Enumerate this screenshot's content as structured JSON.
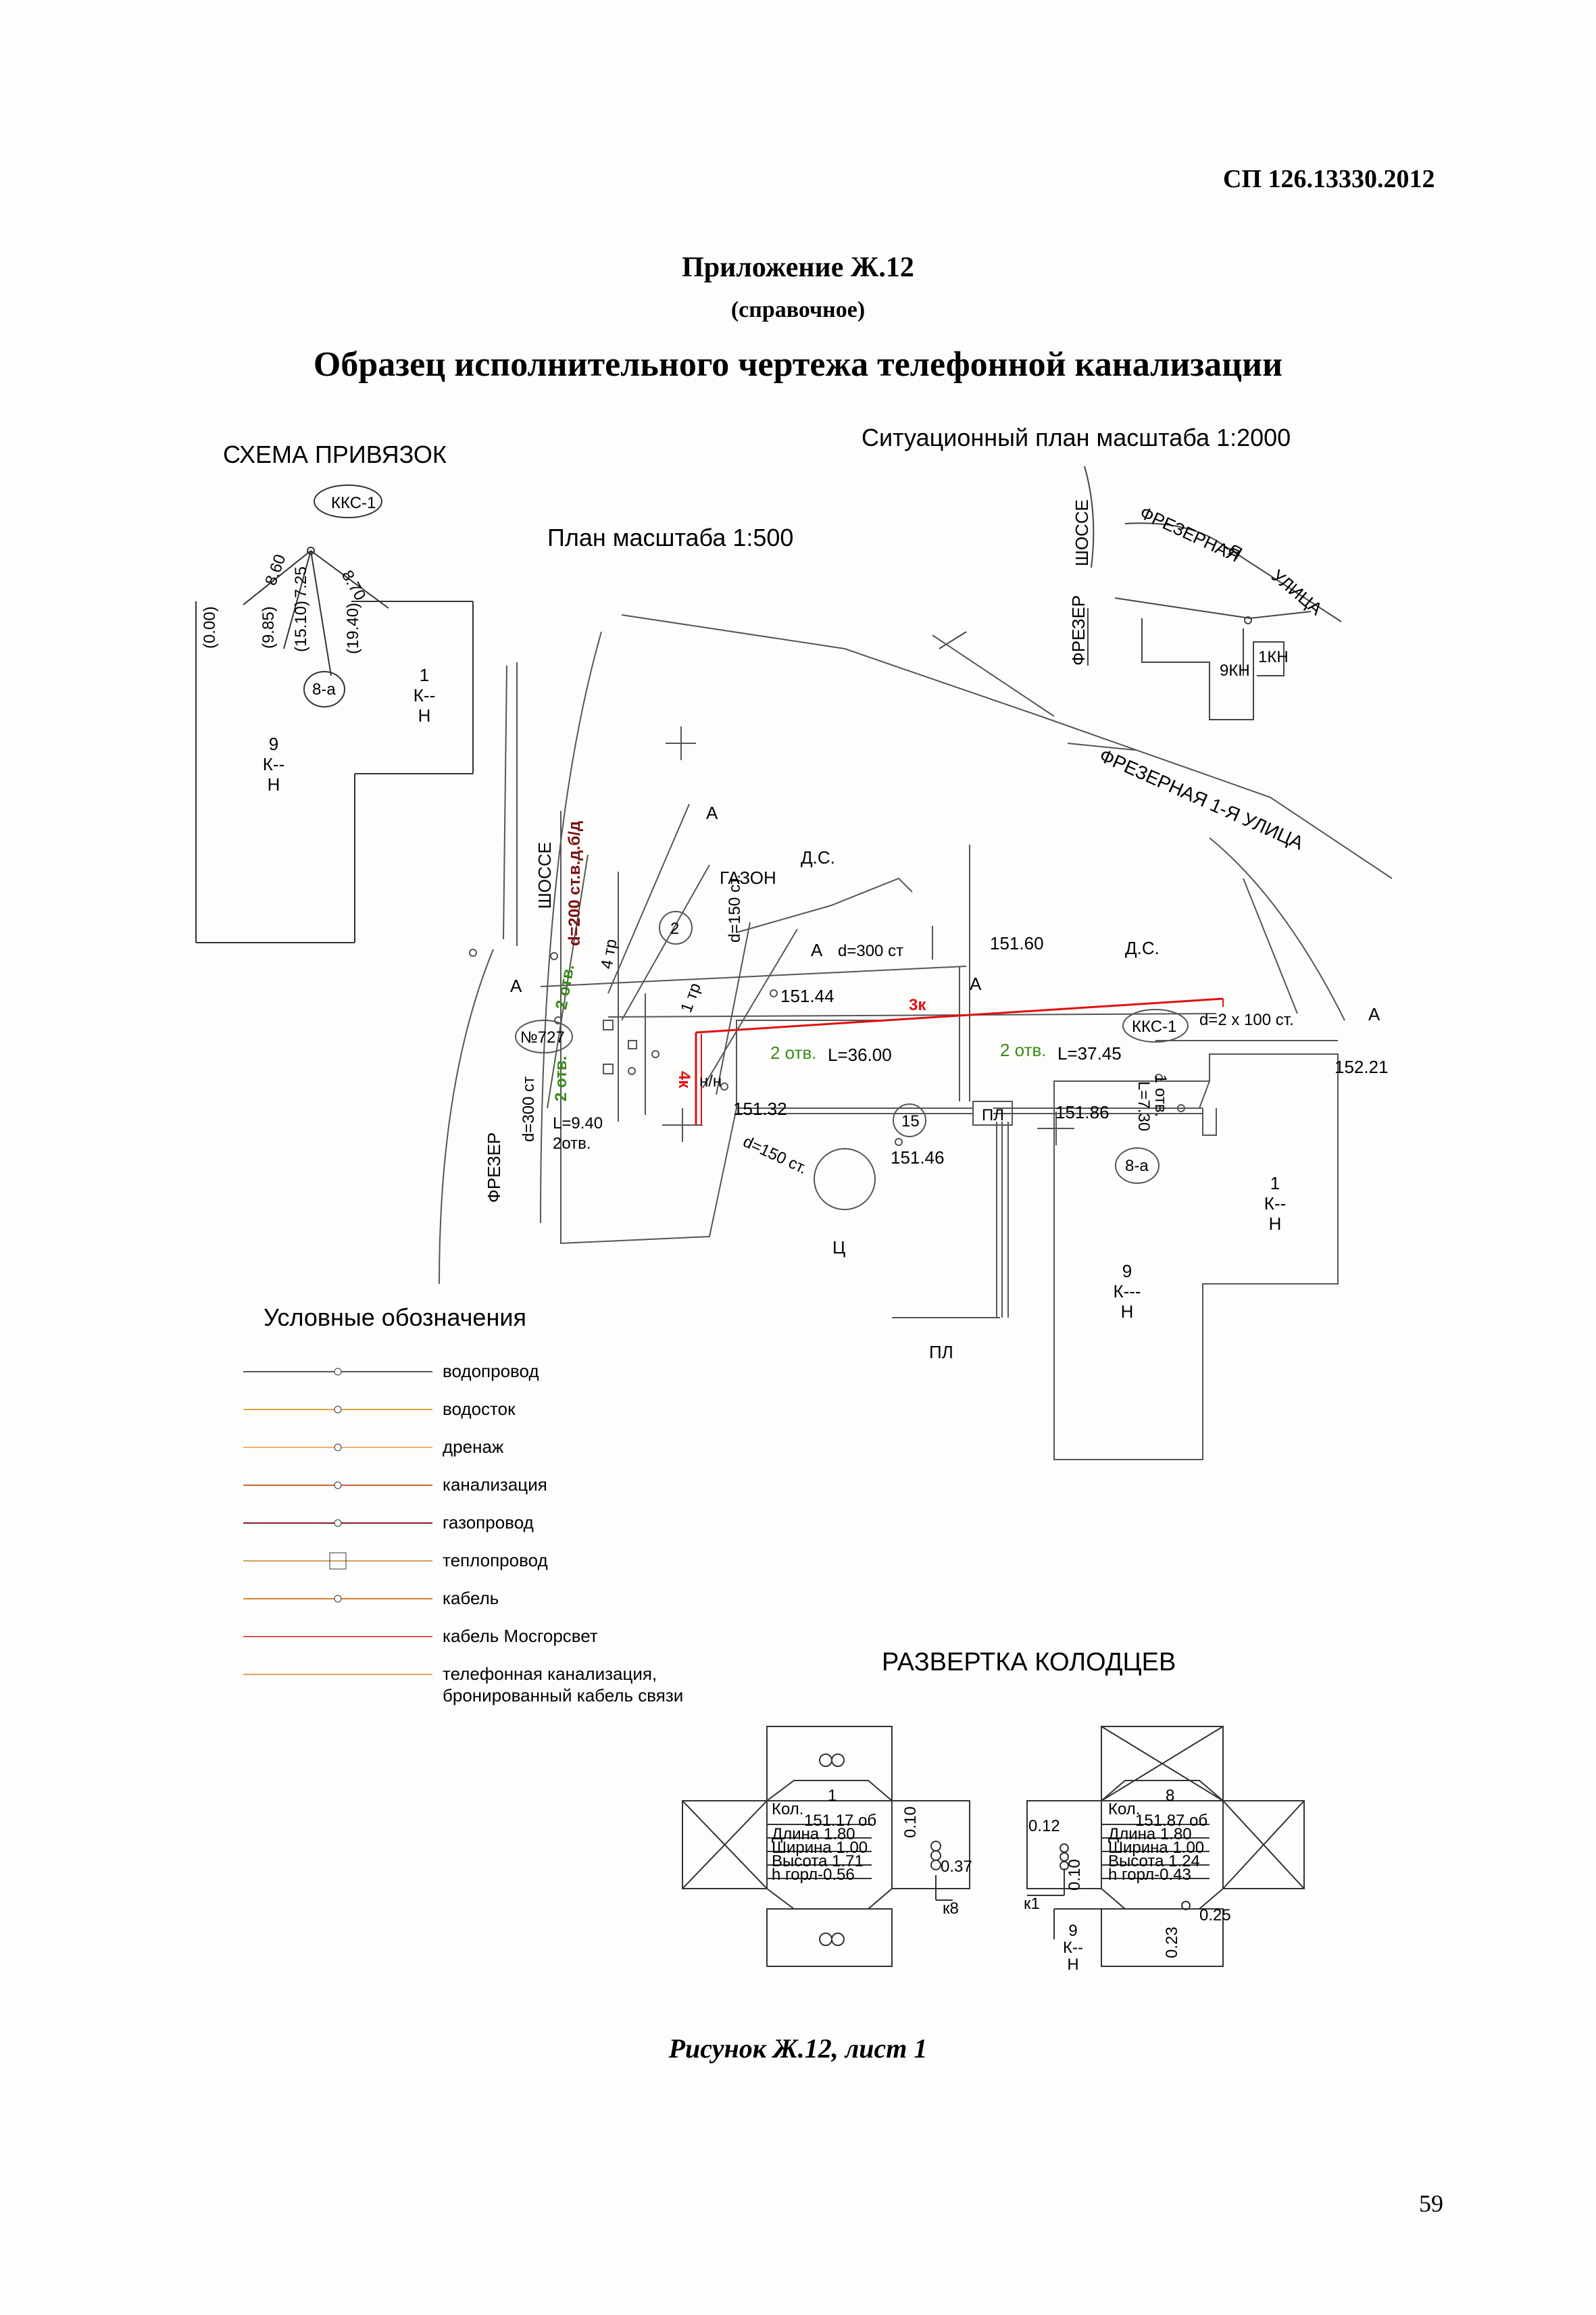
{
  "header": {
    "standard_code": "СП 126.13330.2012",
    "appendix": "Приложение Ж.12",
    "reference": "(справочное)",
    "title": "Образец исполнительного чертежа телефонной канализации"
  },
  "diagram": {
    "schema_title": "СХЕМА  ПРИВЯЗОК",
    "situation_plan_title": "Ситуационный план масштаба 1:2000",
    "plan_title": "План масштаба 1:500",
    "schema": {
      "kks": "ККС-1",
      "dims": [
        "(0.00)",
        "(9.85)",
        "(15.10)",
        "7.25",
        "8.60",
        "(19.40)",
        "8.70"
      ],
      "well": "8-а",
      "building1": [
        "1",
        "К--",
        "Н"
      ],
      "building9": [
        "9",
        "К--",
        "Н"
      ]
    },
    "situation": {
      "shosse": "ШОССЕ",
      "frezer": "ФРЕЗЕР",
      "frezernaya_top": "ФРЕЗЕРНАЯ",
      "ya": "-Я",
      "ulitsa_top": "УЛИЦА",
      "b1": "1КН",
      "b9": "9КН"
    },
    "plan": {
      "street_main": "ФРЕЗЕРНАЯ 1-Я  УЛИЦА",
      "shosse": "ШОССЕ",
      "frezer": "ФРЕЗЕР",
      "gazon": "ГАЗОН",
      "ds1": "Д.С.",
      "ds2": "Д.С.",
      "a_marks": [
        "А",
        "А",
        "А",
        "А",
        "А"
      ],
      "d200": "d=200 ст.в.д.б/д",
      "d150_v": "d=150 ст.",
      "d300_top": "d=300 ст",
      "d300_left": "d=300 ст",
      "d150_diag": "d=150 ст.",
      "d2x100": "d=2 х 100 ст.",
      "tr4": "4 тр",
      "tr1": "1 тр",
      "well2": "2",
      "well15": "15",
      "well727": "№727",
      "kks1": "ККС-1",
      "well8a": "8-а",
      "otv2_a": "2 отв.",
      "otv2_b": "2 отв.",
      "otv2_c": "2 отв.",
      "otv2_d": "2 отв.",
      "otv1": "1 отв.",
      "L936": "L=36.00",
      "L3745": "L=37.45",
      "L730": "L=7.30",
      "L940": "L=9.40",
      "otv2_small": "2отв.",
      "k3": "3к",
      "k4": "4к",
      "nn": "н/н",
      "e15160": "151.60",
      "e15144": "151.44",
      "e15132": "151.32",
      "e15146": "151.46",
      "e15186": "151.86",
      "e15221": "152.21",
      "pl1": "ПЛ",
      "pl2": "ПЛ",
      "ts": "Ц",
      "b1": [
        "1",
        "К--",
        "Н"
      ],
      "b9": [
        "9",
        "К---",
        "Н"
      ]
    },
    "legend": {
      "title": "Условные обозначения",
      "items": [
        {
          "label": "водопровод",
          "color": "#555555"
        },
        {
          "label": "водосток",
          "color": "#e0a040"
        },
        {
          "label": "дренаж",
          "color": "#f0b070"
        },
        {
          "label": "канализация",
          "color": "#c86428"
        },
        {
          "label": "газопровод",
          "color": "#8b1a2a"
        },
        {
          "label": "теплопровод",
          "color": "#cfa060"
        },
        {
          "label": "кабель",
          "color": "#e08030"
        },
        {
          "label": "кабель Мосгорсвет",
          "color": "#e05050"
        },
        {
          "label": "телефонная канализация,",
          "label2": "бронированный кабель связи",
          "color": "#f0a060"
        }
      ]
    },
    "wells_title": "РАЗВЕРТКА  КОЛОДЦЕВ",
    "well_1": {
      "num": "1",
      "kol": "Кол.",
      "mark": "151.17 об",
      "length": "Длина 1.80",
      "width": "Ширина 1.00",
      "height": "Высота 1.71",
      "neck": "h горл-0.56",
      "d1": "0.10",
      "d2": "0.37",
      "k": "к8"
    },
    "well_8": {
      "num": "8",
      "kol": "Кол.",
      "mark": "151.87 об",
      "length": "Длина 1.80",
      "width": "Ширина 1.00",
      "height": "Высота 1.24",
      "neck": "h горл-0.43",
      "d1": "0.12",
      "d2": "0.10",
      "d3": "0.25",
      "d4": "0.23",
      "k": "к1",
      "b9": [
        "9",
        "К--",
        "Н"
      ]
    }
  },
  "caption": "Рисунок Ж.12, лист 1",
  "page_number": "59"
}
